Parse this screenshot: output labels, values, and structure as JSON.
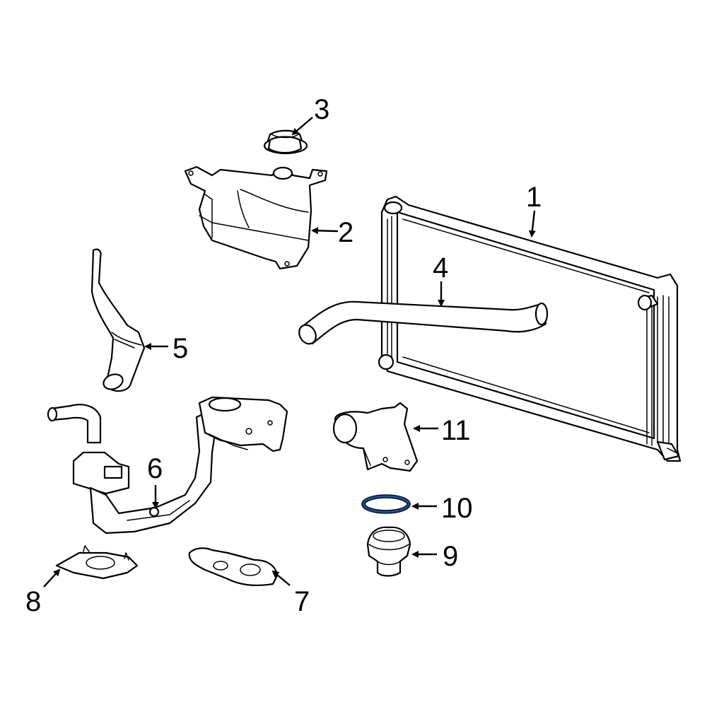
{
  "diagram": {
    "callouts": {
      "radiator": "1",
      "overflow_tank": "2",
      "tank_cap": "3",
      "upper_hose": "4",
      "bypass_hose": "5",
      "water_outlet": "6",
      "outlet_gasket_rear": "7",
      "outlet_gasket_front": "8",
      "thermostat": "9",
      "thermostat_seal": "10",
      "thermostat_housing": "11"
    },
    "colors": {
      "line": "#000000",
      "background": "#ffffff",
      "highlight": "#1a4fa0"
    }
  }
}
